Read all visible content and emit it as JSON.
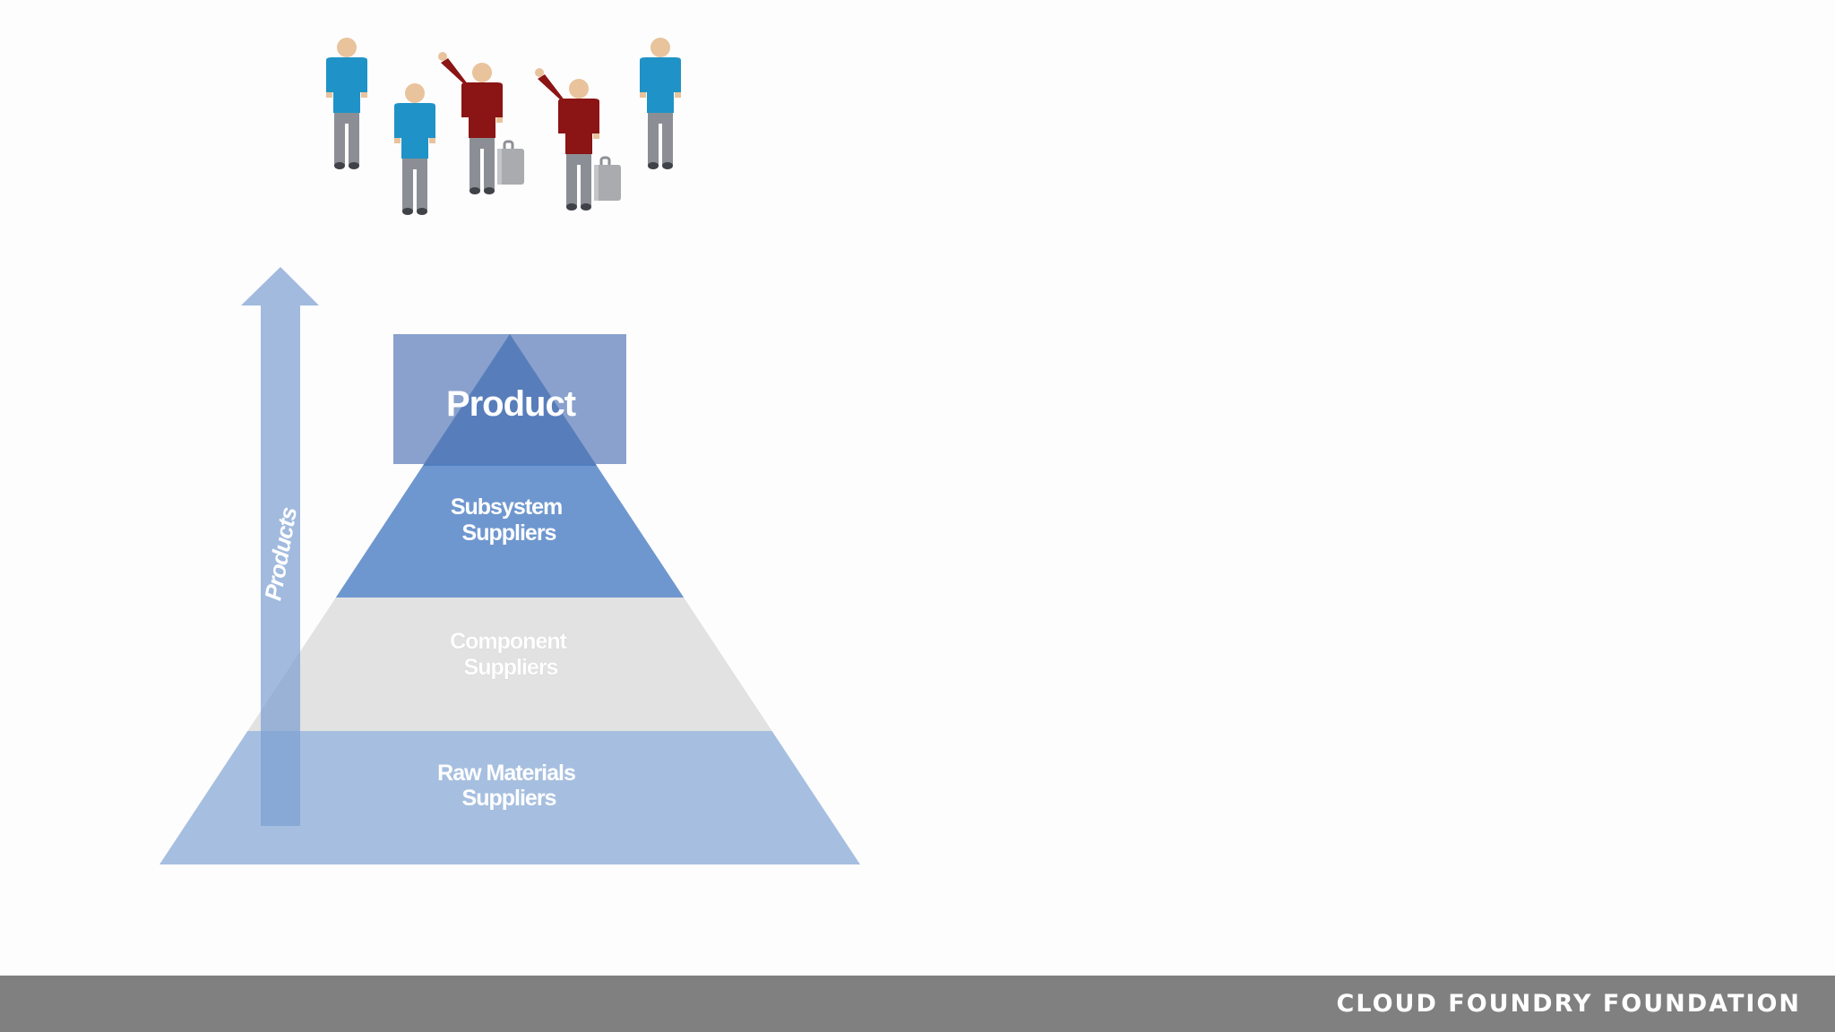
{
  "diagram": {
    "tiers": [
      {
        "id": "product",
        "label_lines": [
          "Product"
        ]
      },
      {
        "id": "subsystem",
        "label_lines": [
          "Subsystem",
          "Suppliers"
        ]
      },
      {
        "id": "component",
        "label_lines": [
          "Component",
          "Suppliers"
        ]
      },
      {
        "id": "raw",
        "label_lines": [
          "Raw Materials",
          "Suppliers"
        ]
      }
    ],
    "arrow_label": "Products",
    "people": [
      {
        "kind": "standing",
        "shirt_color": "#1f93c7"
      },
      {
        "kind": "standing",
        "shirt_color": "#1f93c7"
      },
      {
        "kind": "waving-with-suitcase",
        "shirt_color": "#8b1414"
      },
      {
        "kind": "waving-with-suitcase",
        "shirt_color": "#8b1414"
      },
      {
        "kind": "standing",
        "shirt_color": "#1f93c7"
      }
    ],
    "colors": {
      "product_box": "#5b7db8",
      "subsystem": "#6f97cf",
      "component": "#e2e2e2",
      "raw": "#a6bfe0",
      "arrow": "#7d9fd1"
    }
  },
  "footer": {
    "brand": "CLOUD FOUNDRY FOUNDATION"
  }
}
